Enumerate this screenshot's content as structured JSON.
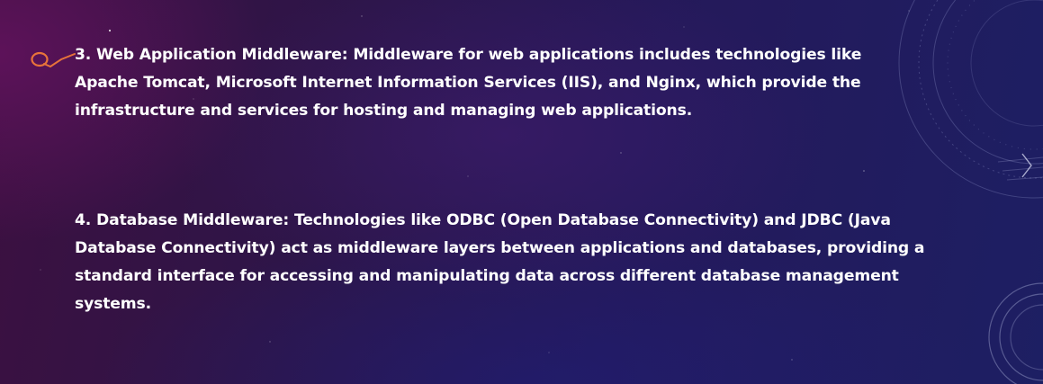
{
  "slide": {
    "point_3": {
      "lines": [
        "3. Web Application Middleware: Middleware for web applications includes technologies like",
        "Apache Tomcat, Microsoft Internet Information Services (IIS), and Nginx, which provide the",
        "infrastructure and services for hosting and managing web applications."
      ]
    },
    "point_4": {
      "lines": [
        "4. Database Middleware: Technologies like ODBC (Open Database Connectivity) and JDBC (Java",
        "Database Connectivity) act as middleware layers between applications and databases, providing a",
        "standard interface for accessing and manipulating data across different database management",
        "systems."
      ]
    }
  },
  "colors": {
    "text": "#ffffff",
    "annotation_mark": "#e8733a",
    "background_left": "#3c1040",
    "background_right": "#1d1f63"
  },
  "icons": {
    "annotation": "pen-annotation-icon",
    "next_slide": "next-slide-arrow-icon"
  }
}
